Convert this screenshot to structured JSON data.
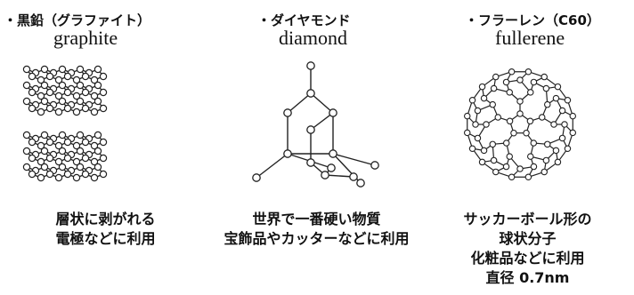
{
  "panels": {
    "graphite": {
      "title_jp": "・黒鉛（グラファイト）",
      "title_en": "graphite",
      "desc_lines": [
        "層状に剥がれる",
        "電極などに利用"
      ]
    },
    "diamond": {
      "title_jp": "・ダイヤモンド",
      "title_en": "diamond",
      "desc_lines": [
        "世界で一番硬い物質",
        "宝飾品やカッターなどに利用"
      ]
    },
    "fullerene": {
      "title_jp": "・フラーレン（C60）",
      "title_en": "fullerene",
      "desc_lines": [
        "サッカーボール形の",
        "球状分子",
        "化粧品などに利用",
        "直径 0.7nm"
      ]
    }
  },
  "colors": {
    "line": "#222222",
    "atom_fill": "#ffffff",
    "text": "#111111"
  }
}
